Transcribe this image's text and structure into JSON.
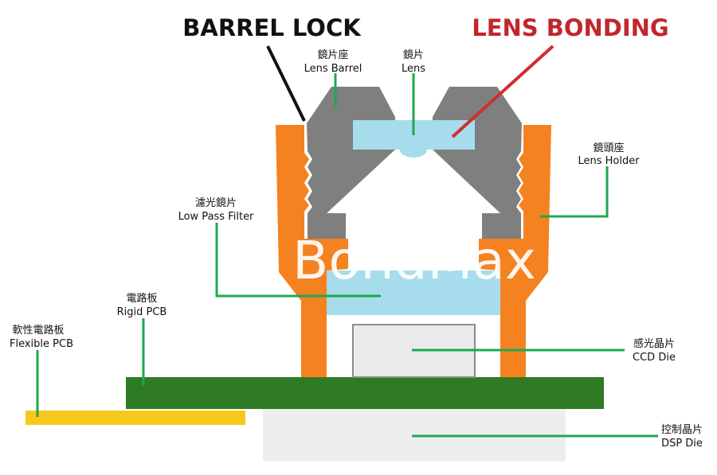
{
  "headings": {
    "barrel_lock": "BARREL LOCK",
    "lens_bonding": "LENS BONDING"
  },
  "watermark": "BondMax",
  "labels": {
    "lens_barrel": {
      "zh": "鏡片座",
      "en": "Lens Barrel"
    },
    "lens": {
      "zh": "鏡片",
      "en": "Lens"
    },
    "lens_holder": {
      "zh": "鏡頭座",
      "en": "Lens Holder"
    },
    "low_pass_filter": {
      "zh": "濾光鏡片",
      "en": "Low Pass Filter"
    },
    "rigid_pcb": {
      "zh": "電路板",
      "en": "Rigid PCB"
    },
    "flexible_pcb": {
      "zh": "軟性電路板",
      "en": "Flexible PCB"
    },
    "ccd_die": {
      "zh": "感光晶片",
      "en": "CCD Die"
    },
    "dsp_die": {
      "zh": "控制晶片",
      "en": "DSP Die"
    }
  },
  "colors": {
    "holder_orange": "#F58220",
    "barrel_gray": "#7F7F7F",
    "lens_blue": "#A6DCEC",
    "pcb_green": "#2E7A25",
    "flex_yellow": "#F9C81C",
    "ccd_fill": "#EBEBEB",
    "ccd_border": "#8C8C8C",
    "dsp_fill": "#EDEFEF",
    "leader_green": "#1FA84E",
    "bonding_red": "#D12D2F",
    "barrel_lock_black": "#111111"
  }
}
